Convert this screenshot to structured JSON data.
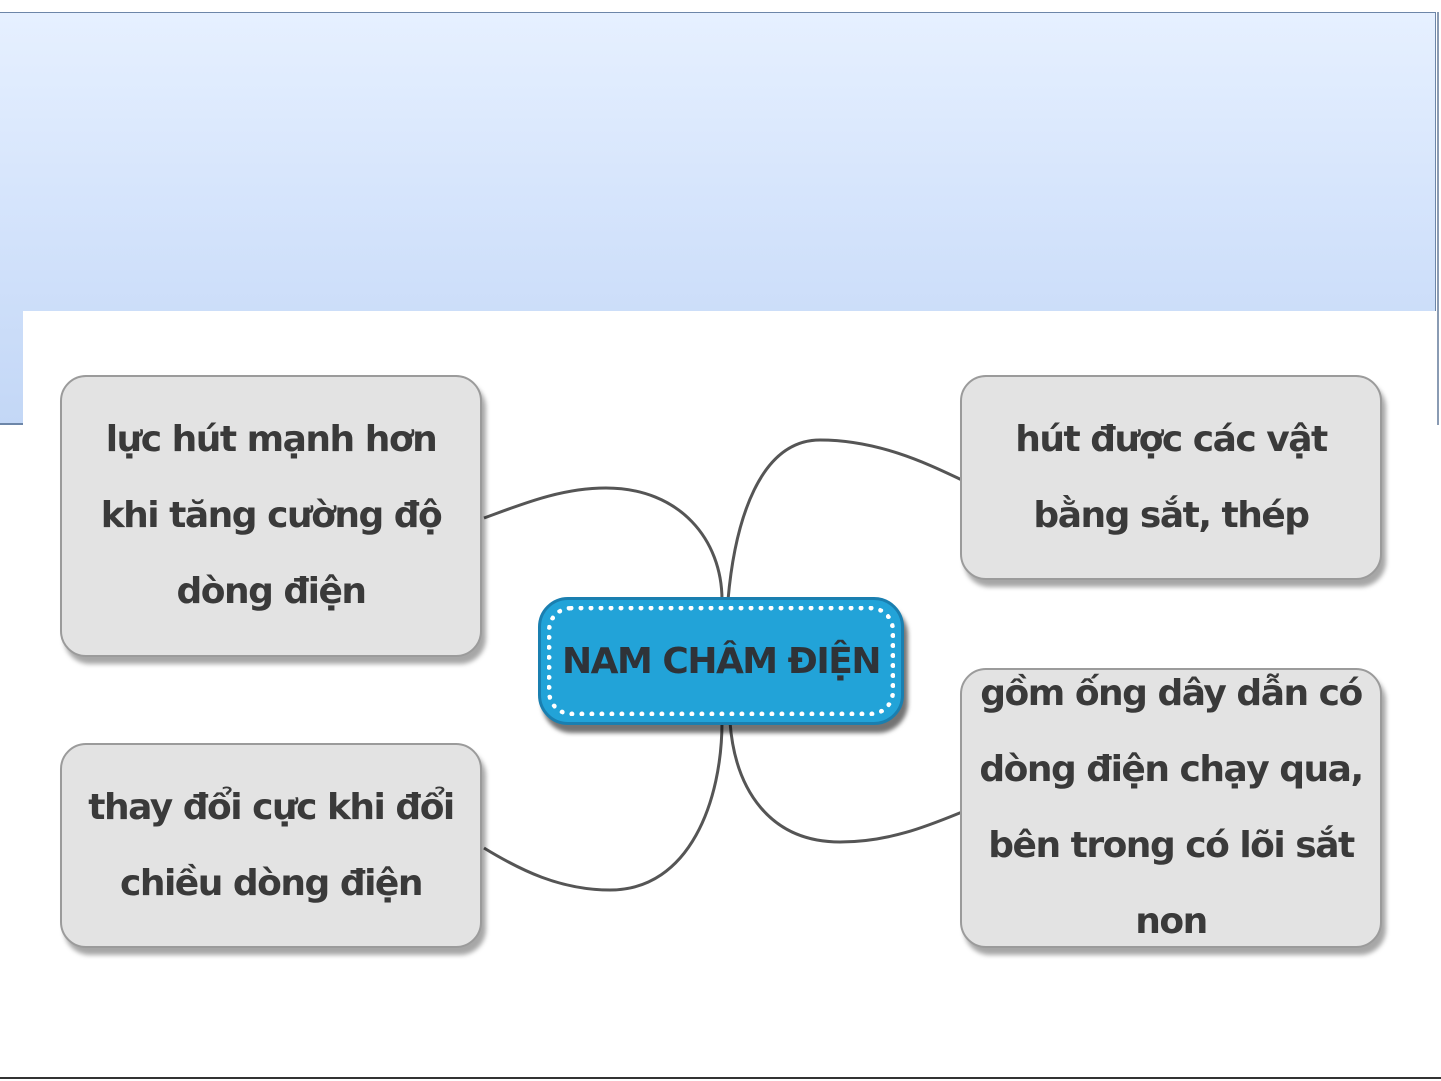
{
  "diagram": {
    "center": {
      "label": "NAM CHÂM ĐIỆN",
      "color": "#22a3d8"
    },
    "nodes": [
      {
        "label": "lực hút mạnh hơn khi tăng cường độ dòng điện"
      },
      {
        "label": "thay đổi cực khi đổi chiều dòng điện"
      },
      {
        "label": "hút được các vật bằng sắt, thép"
      },
      {
        "label": "gồm ống dây dẫn có dòng điện chạy qua, bên trong có lõi sắt non"
      }
    ],
    "edges": [
      {
        "from": "center",
        "to": "node-0"
      },
      {
        "from": "center",
        "to": "node-1"
      },
      {
        "from": "center",
        "to": "node-2"
      },
      {
        "from": "center",
        "to": "node-3"
      }
    ]
  },
  "colors": {
    "header_gradient_top": "#e6f0ff",
    "header_gradient_bottom": "#c3d7f6",
    "node_fill": "#e3e3e3",
    "node_text": "#3a3a3a",
    "connector": "#555555"
  }
}
